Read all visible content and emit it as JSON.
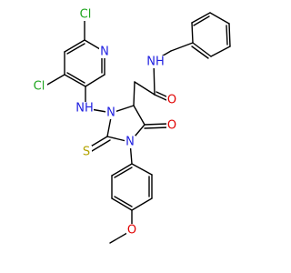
{
  "molecule": {
    "colors": {
      "bond": "#000000",
      "C": "#000000",
      "N": "#1f1fe0",
      "O": "#e00000",
      "S": "#b3a300",
      "Cl": "#1ea51e"
    },
    "labels": {
      "cl_top": "Cl",
      "cl_left": "Cl",
      "n_pyridine": "N",
      "nh_amine": "NH",
      "n_ring_1": "N",
      "n_ring_3": "N",
      "s_thione": "S",
      "o_ketone": "O",
      "o_amide": "O",
      "nh_amide": "NH",
      "o_methoxy": "O"
    }
  }
}
